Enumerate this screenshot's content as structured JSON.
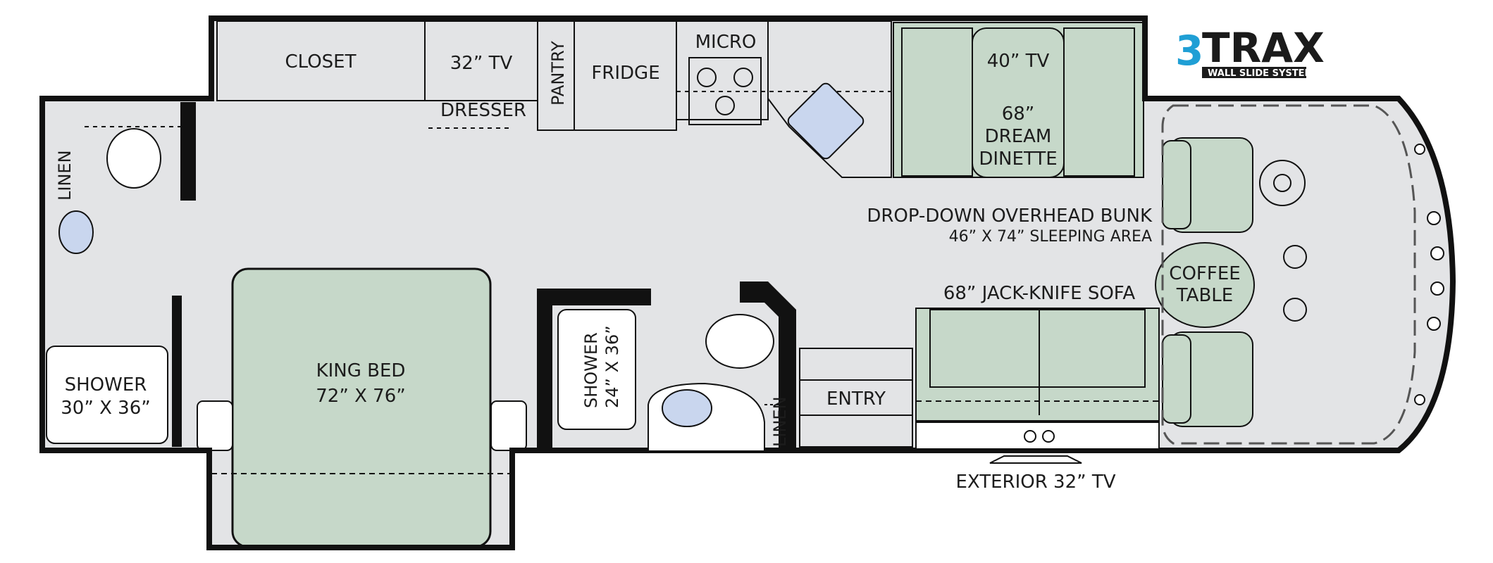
{
  "logo": {
    "number": "3",
    "word": "TRAX",
    "tagline": "WALL SLIDE SYSTEM"
  },
  "rooms": {
    "closet": "CLOSET",
    "tv_bedroom": "32” TV",
    "dresser": "DRESSER",
    "pantry": "PANTRY",
    "fridge": "FRIDGE",
    "micro": "MICRO",
    "dinette_tv": "40” TV",
    "dinette_line1": "68”",
    "dinette_line2": "DREAM",
    "dinette_line3": "DINETTE",
    "bunk_line1": "DROP-DOWN OVERHEAD BUNK",
    "bunk_line2": "46” X 74” SLEEPING AREA",
    "coffee_line1": "COFFEE",
    "coffee_line2": "TABLE",
    "sofa": "68” JACK-KNIFE SOFA",
    "entry": "ENTRY",
    "exterior_tv": "EXTERIOR 32” TV",
    "king_line1": "KING BED",
    "king_line2": "72” X 76”",
    "rear_shower_line1": "SHOWER",
    "rear_shower_line2": "30” X 36”",
    "mid_shower_line1": "SHOWER",
    "mid_shower_line2": "24” X 36”",
    "linen_rear": "LINEN",
    "linen_mid": "LINEN"
  },
  "colors": {
    "floor": "#e3e4e6",
    "wall": "#111111",
    "slide_out": "#c6d8c9",
    "fixture_blue": "#c9d6ee",
    "logo_blue": "#1f9fd5",
    "logo_dark": "#1b1b1b"
  }
}
